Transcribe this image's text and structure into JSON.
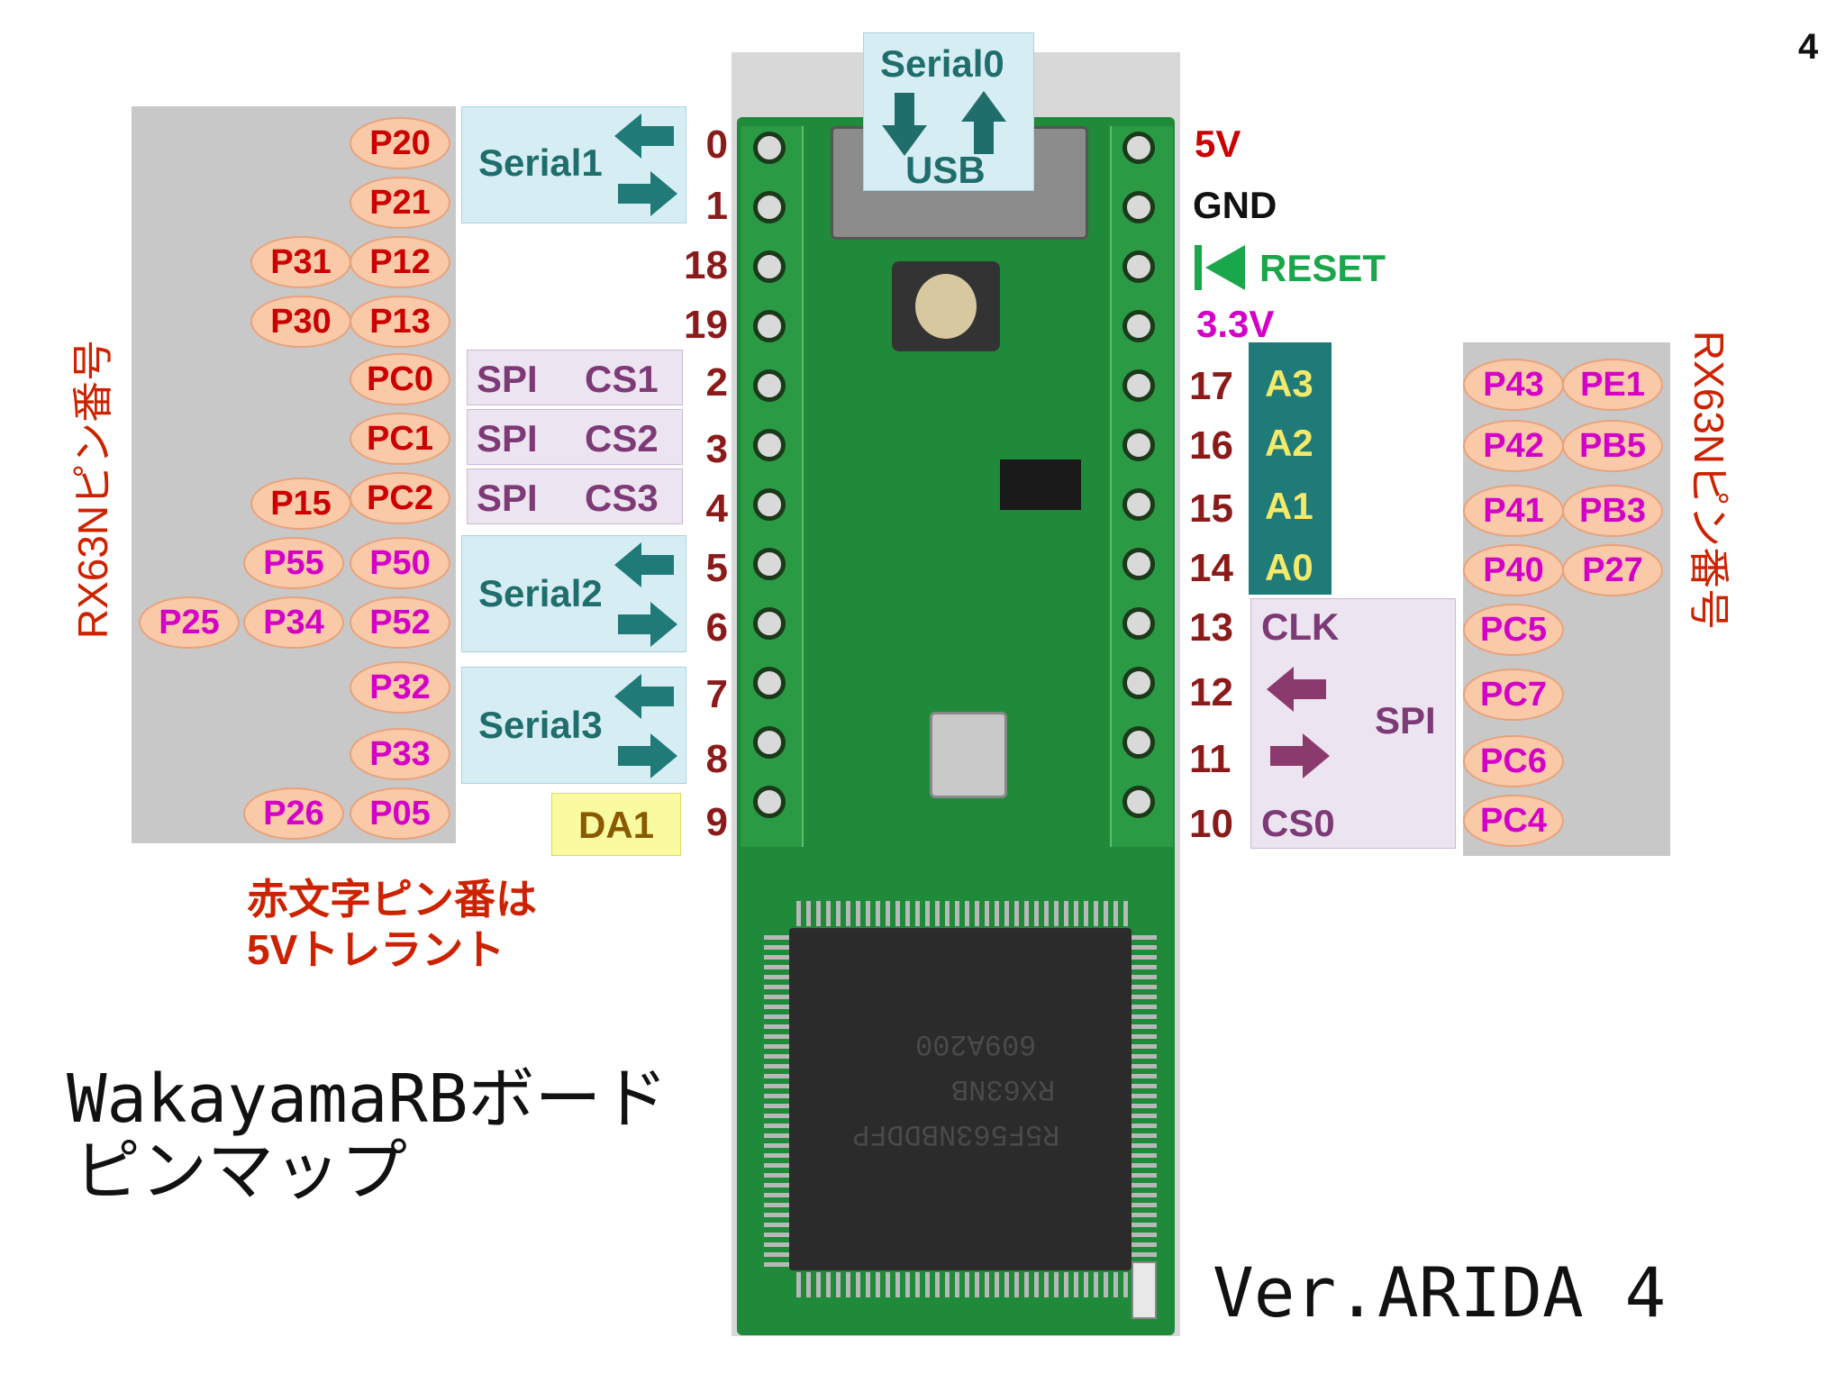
{
  "page_number": "4",
  "serial0": {
    "label": "Serial0",
    "usb": "USB"
  },
  "left_pins": [
    {
      "num": "0"
    },
    {
      "num": "1"
    },
    {
      "num": "18"
    },
    {
      "num": "19"
    },
    {
      "num": "2"
    },
    {
      "num": "3"
    },
    {
      "num": "4"
    },
    {
      "num": "5"
    },
    {
      "num": "6"
    },
    {
      "num": "7"
    },
    {
      "num": "8"
    },
    {
      "num": "9"
    }
  ],
  "right_pins": [
    "5V",
    "GND",
    "RESET",
    "3.3V",
    "17",
    "16",
    "15",
    "14",
    "13",
    "12",
    "11",
    "10"
  ],
  "power": {
    "v5": "5V",
    "gnd": "GND",
    "reset": "RESET",
    "v33": "3.3V"
  },
  "serial_boxes": {
    "s1": "Serial1",
    "s2": "Serial2",
    "s3": "Serial3"
  },
  "spi_rows": [
    {
      "spi": "SPI",
      "cs": "CS1"
    },
    {
      "spi": "SPI",
      "cs": "CS2"
    },
    {
      "spi": "SPI",
      "cs": "CS3"
    }
  ],
  "da1": "DA1",
  "analog": [
    "A3",
    "A2",
    "A1",
    "A0"
  ],
  "spi_right": {
    "clk": "CLK",
    "spi": "SPI",
    "cs0": "CS0"
  },
  "left_rx_pins": {
    "col1": [
      "P20",
      "P21",
      "P12",
      "P13",
      "PC0",
      "PC1",
      "PC2",
      "P50",
      "P52",
      "P32",
      "P33",
      "P05"
    ],
    "col2": [
      "P31",
      "P30",
      "P15",
      "P55",
      "P34",
      "P26"
    ],
    "col3": [
      "P25"
    ]
  },
  "right_rx_pins": {
    "col1": [
      "P43",
      "P42",
      "P41",
      "P40",
      "PC5",
      "PC7",
      "PC6",
      "PC4"
    ],
    "col2": [
      "PE1",
      "PB5",
      "PB3",
      "P27"
    ]
  },
  "vertical_label": "RX63Nピン番号",
  "tolerant_note": [
    "赤文字ピン番は",
    "5Vトレラント"
  ],
  "title": [
    "WakayamaRBボード",
    "ピンマップ"
  ],
  "version": "Ver.ARIDA 4",
  "chip": {
    "line1": "R5F563NBDDFP",
    "line2": "RX63NB",
    "line3": "609A200"
  },
  "colors": {
    "red": "#cc0000",
    "magenta": "#d400c8",
    "serial": "#1f6e6c",
    "spi": "#7d3a76",
    "pcb": "#1f8a3a"
  }
}
